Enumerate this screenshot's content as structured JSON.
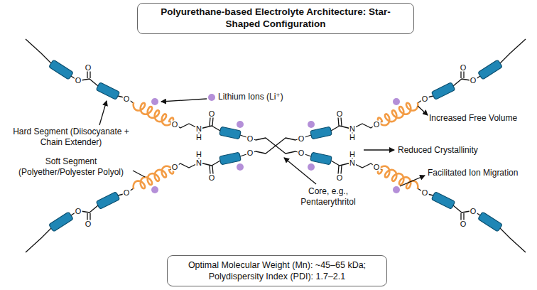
{
  "diagram": {
    "title": "Polyurethane-based Electrolyte Architecture: Star-Shaped Configuration",
    "nodes": [
      {
        "text": [
          "Optimal Molecular Weight (Mn): ~45–65 kDa; Polydispersity Index (PDI): 1.7–2.1"
        ]
      }
    ],
    "labels": [
      "Hard Segment (Diisocyanate + Chain Extender)",
      "Soft Segment (Polyether/Polyester Polyol)",
      "Core, e.g., Pentaerythritol",
      "Increased Free Volume",
      "Reduced Crystallinity",
      "Facilitated Ion Migration",
      "O",
      "O",
      "N",
      "H",
      "O",
      "O",
      "O",
      "O",
      "O",
      "O",
      "N",
      "H",
      "O",
      "O",
      "O",
      "O",
      "O",
      "O",
      "N",
      "H",
      "O",
      "O",
      "O",
      "O",
      "O",
      "O",
      "N",
      "H",
      "O",
      "O",
      "O",
      "O"
    ],
    "legend": [
      {
        "text": "Lithium Ions (Li⁺)",
        "color": "#b48fd8"
      }
    ]
  }
}
